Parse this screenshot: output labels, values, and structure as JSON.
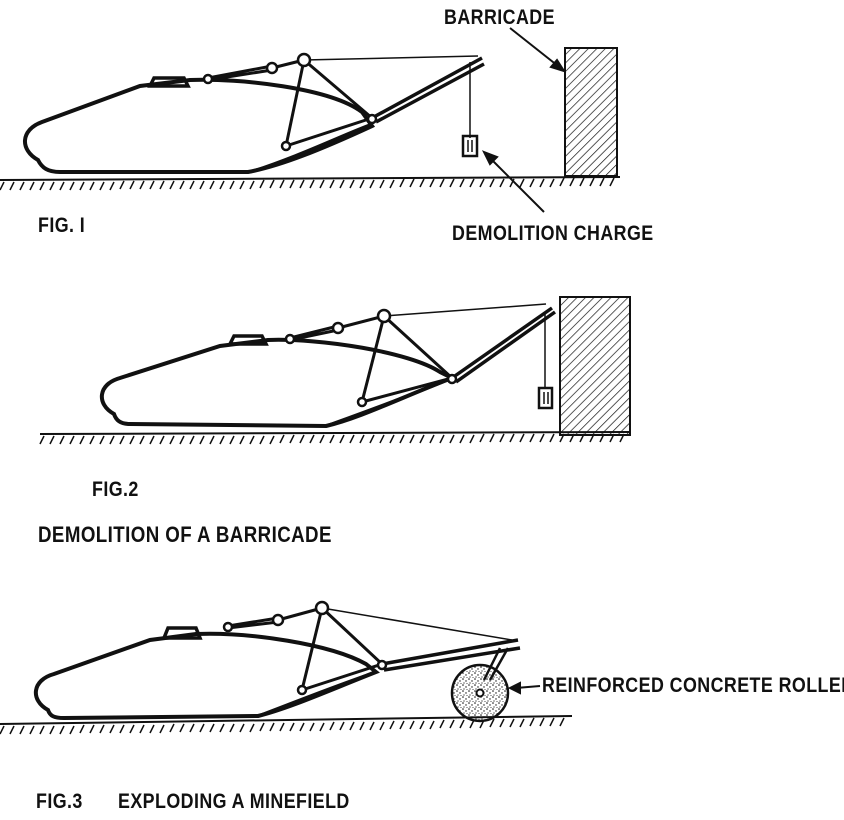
{
  "fig1": {
    "caption": "FIG. I",
    "barricade_label": "BARRICADE",
    "charge_label": "DEMOLITION CHARGE"
  },
  "fig2": {
    "caption": "FIG.2",
    "title": "DEMOLITION OF A BARRICADE"
  },
  "fig3": {
    "roller_label": "REINFORCED CONCRETE ROLLER",
    "caption": "FIG.3",
    "title": "EXPLODING  A  MINEFIELD"
  },
  "colors": {
    "ink": "#111111",
    "paper": "#ffffff"
  }
}
